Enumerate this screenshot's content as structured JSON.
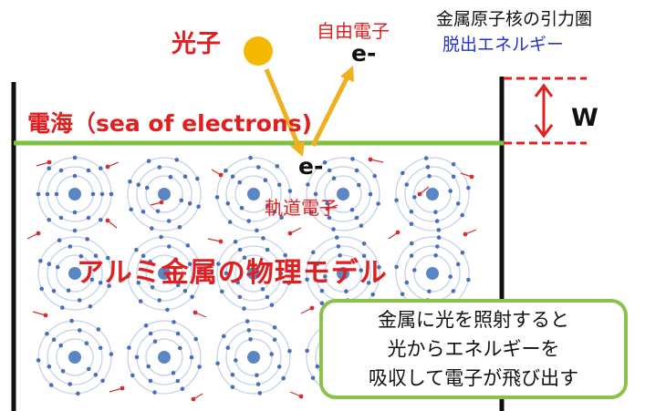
{
  "labels": {
    "photon": "光子",
    "free_electron": "自由電子",
    "electron_symbol": "e-",
    "attraction_zone": "金属原子核の引力圏",
    "work_function": "脱出エネルギー",
    "w": "W",
    "electron_sea": "電海（sea of electrons)",
    "orbital_electron": "軌道電子",
    "model_title": "アルミ金属の物理モデル"
  },
  "explanation": {
    "line1": "金属に光を照射すると",
    "line2": "光からエネルギーを",
    "line3": "吸収して電子が飛び出す"
  },
  "colors": {
    "label_red": "#e02020",
    "label_blue": "#2233cc",
    "photon_fill": "#f5b800",
    "arrow": "#f0b020",
    "surface_line": "#7cc142",
    "box_border": "#8bc34a",
    "dim_red": "#e02020",
    "atom_ring": "#c3d2e4",
    "atom_nucleus": "#5b86c5",
    "atom_electron": "#4a6fb8",
    "free_electron_dot": "#d03030"
  }
}
